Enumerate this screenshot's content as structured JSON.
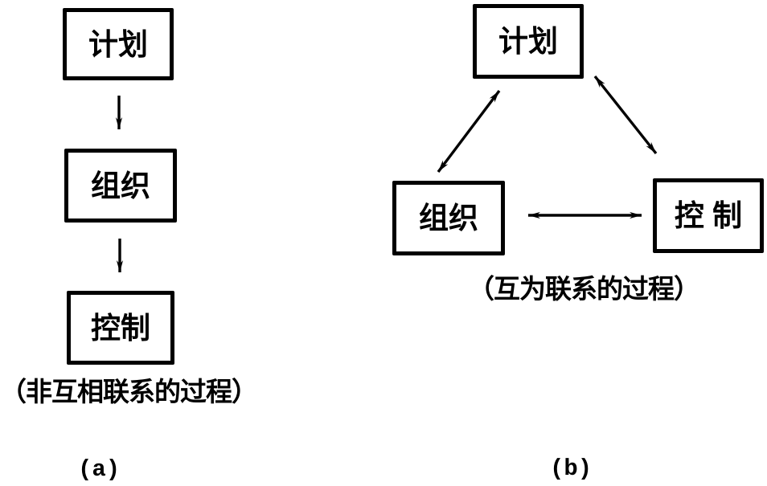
{
  "colors": {
    "ink": "#000000",
    "paper": "#ffffff"
  },
  "diagram_a": {
    "boxes": [
      {
        "label": "计划"
      },
      {
        "label": "组织"
      },
      {
        "label": "控制"
      }
    ],
    "connections": [
      {
        "from": "计划",
        "to": "组织",
        "direction": "one-way-down"
      },
      {
        "from": "组织",
        "to": "控制",
        "direction": "one-way-down"
      }
    ],
    "caption": "（非互相联系的过程）",
    "sublabel": "(a)"
  },
  "diagram_b": {
    "boxes": [
      {
        "label": "计划"
      },
      {
        "label": "组织"
      },
      {
        "label": "控 制"
      }
    ],
    "connections": [
      {
        "from": "计划",
        "to": "组织",
        "direction": "two-way"
      },
      {
        "from": "计划",
        "to": "控 制",
        "direction": "two-way"
      },
      {
        "from": "组织",
        "to": "控 制",
        "direction": "two-way"
      }
    ],
    "caption": "（互为联系的过程）",
    "sublabel": "(b)"
  }
}
